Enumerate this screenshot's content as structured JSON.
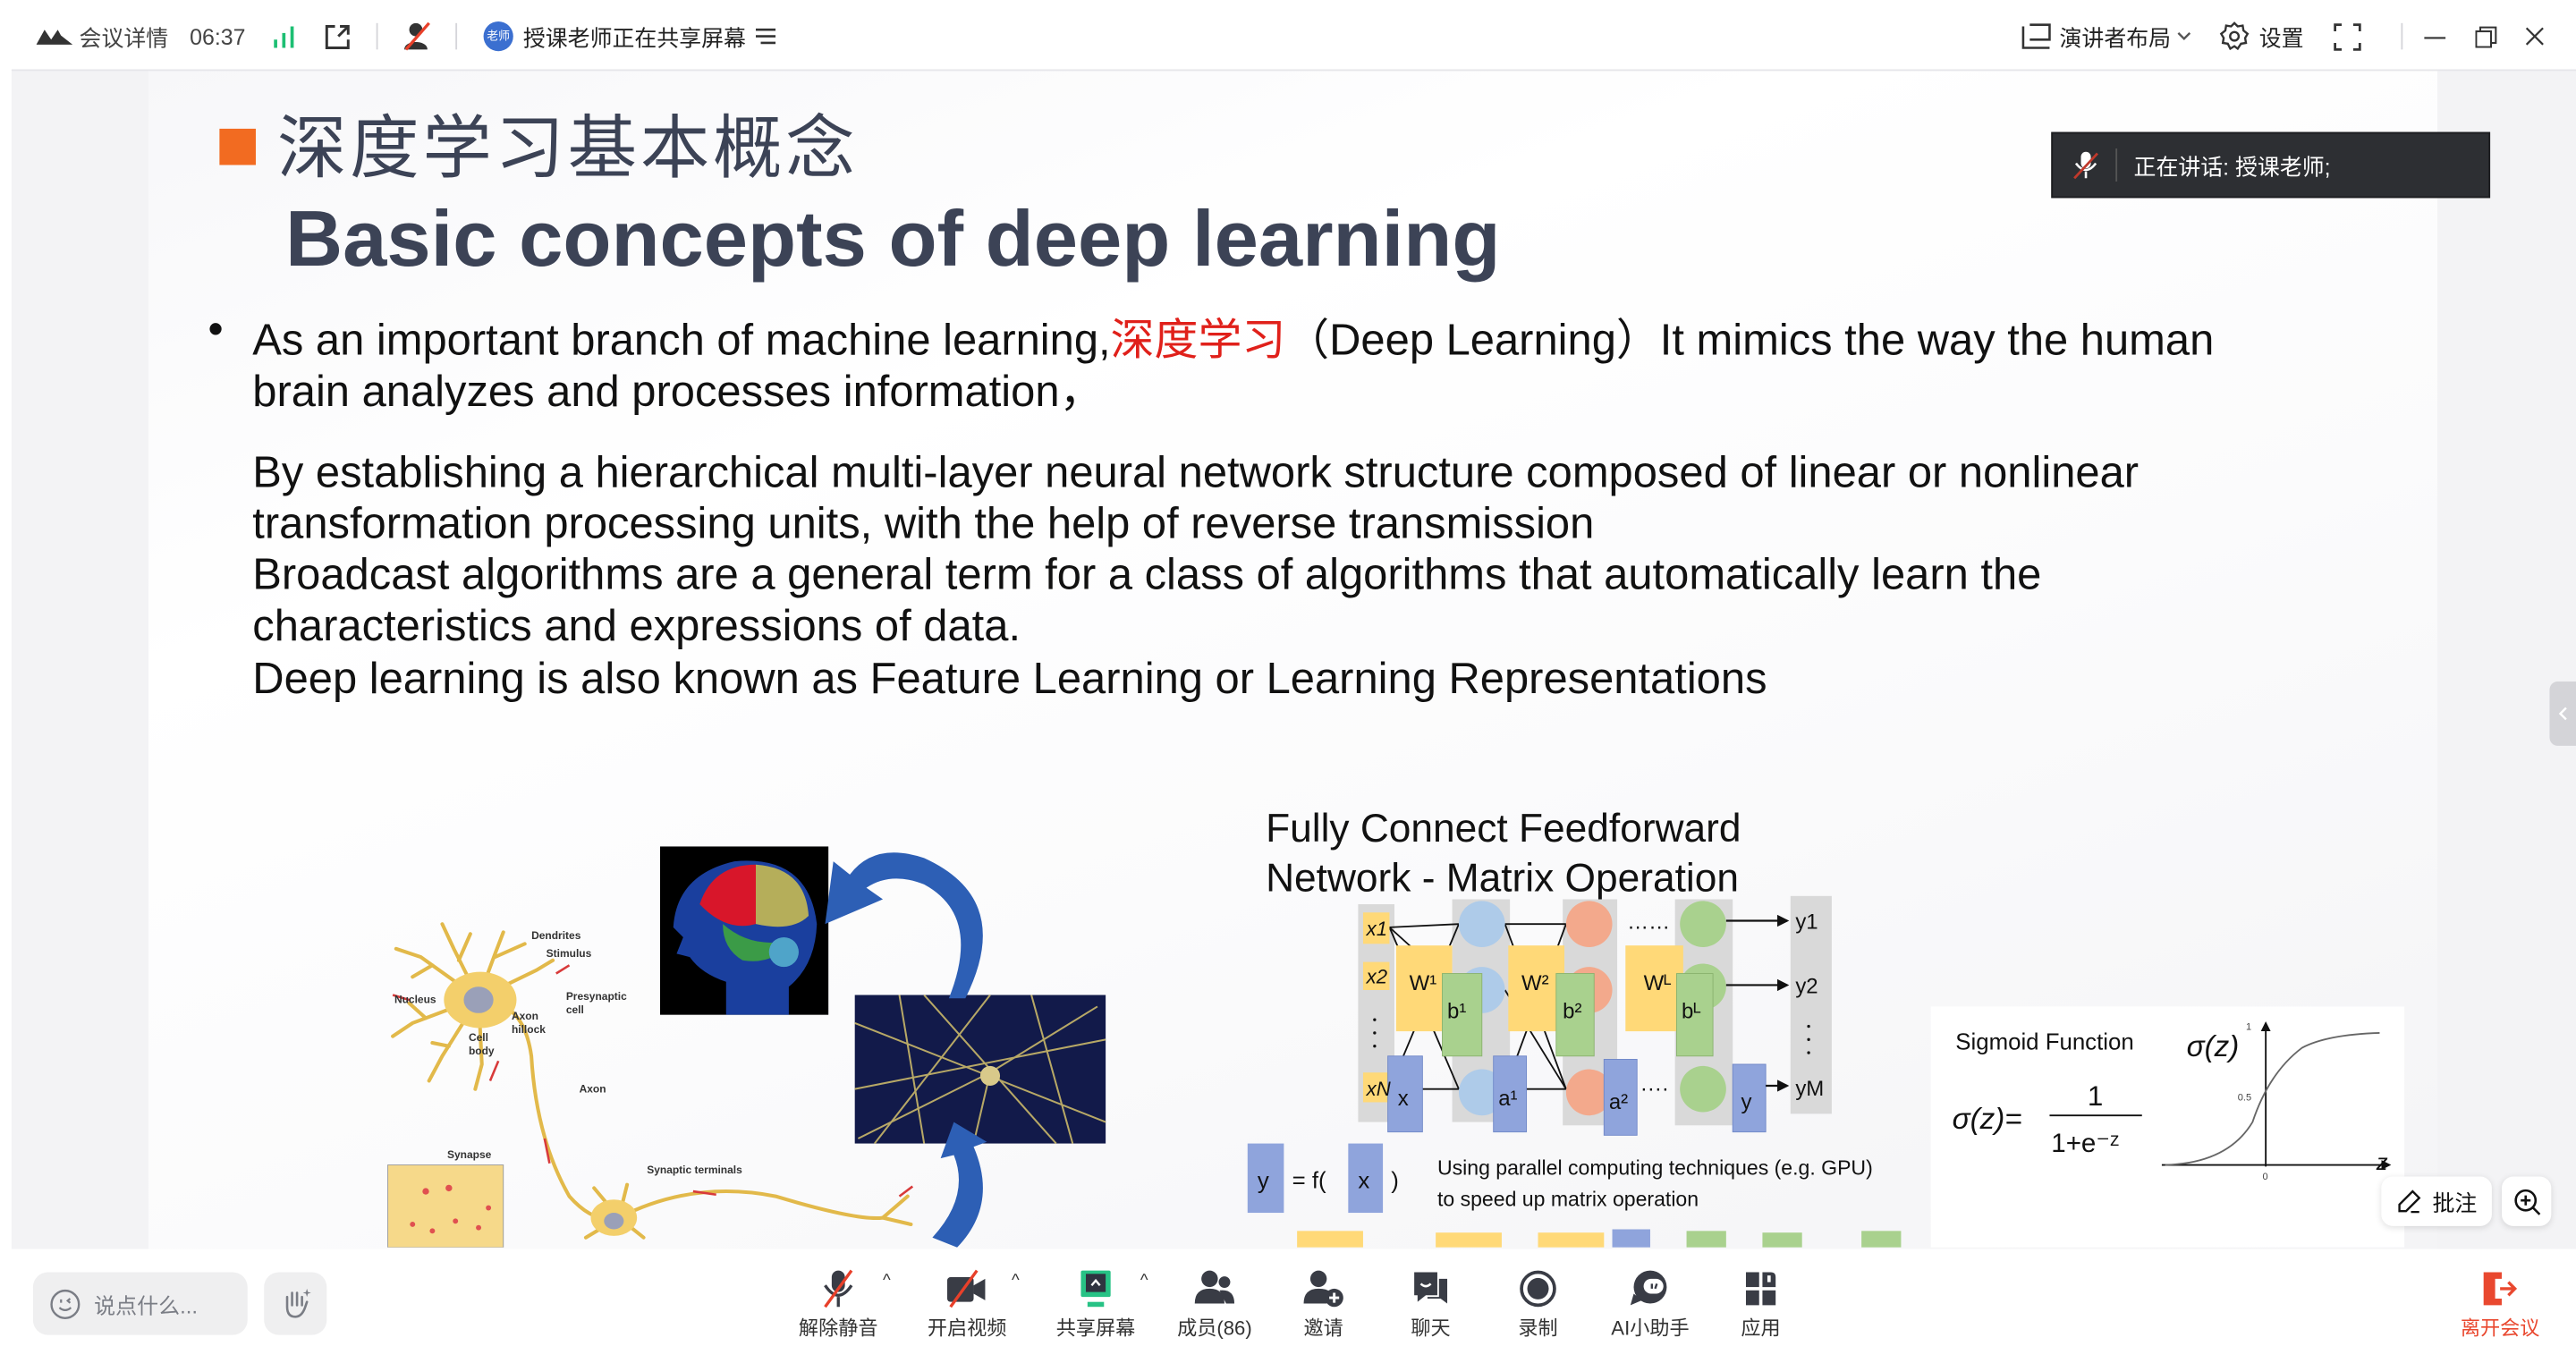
{
  "topbar": {
    "meeting_details": "会议详情",
    "timer": "06:37",
    "avatar_text": "老师",
    "sharing_status": "授课老师正在共享屏幕",
    "layout_label": "演讲者布局",
    "settings_label": "设置"
  },
  "speaking": {
    "label": "正在讲话: 授课老师;"
  },
  "slide": {
    "title_zh": "深度学习基本概念",
    "title_en": "Basic concepts of deep learning",
    "bullet_l1_a": "As an important branch of machine learning,",
    "bullet_l1_red": "深度学习",
    "bullet_l1_b": "（Deep Learning）It mimics the way the human",
    "bullet_l2": "brain analyzes and processes information，",
    "para_l1": "By establishing a hierarchical multi-layer neural network structure composed of linear or nonlinear",
    "para_l2": "transformation processing units, with the help of reverse transmission",
    "para_l3": "Broadcast algorithms are a general term for a class of algorithms that automatically learn the",
    "para_l4": "characteristics and expressions of data.",
    "para_l5": "Deep learning is also known as Feature Learning or Learning Representations",
    "neuron_labels": {
      "dendrites": "Dendrites",
      "stimulus": "Stimulus",
      "nucleus": "Nucleus",
      "presynaptic": "Presynaptic",
      "cell": "cell",
      "axon_hillock_1": "Axon",
      "axon_hillock_2": "hillock",
      "cell_body_1": "Cell",
      "cell_body_2": "body",
      "axon": "Axon",
      "synapse": "Synapse",
      "synaptic_terminals": "Synaptic terminals"
    },
    "network": {
      "title_l1": "Fully Connect Feedforward",
      "title_l2": "Network - Matrix Operation",
      "x1": "x1",
      "x2": "x2",
      "xn": "xN",
      "x": "x",
      "w1": "W¹",
      "b1": "b¹",
      "a1": "a¹",
      "w2": "W²",
      "b2": "b²",
      "a2": "a²",
      "wl": "Wᴸ",
      "bl": "bᴸ",
      "y": "y",
      "dots_top": "……",
      "dots_bottom": "····",
      "y1": "y1",
      "y2": "y2",
      "ym": "yM",
      "formula_y": "y",
      "formula_eq": "= f(",
      "formula_x": "x",
      "formula_close": ")",
      "note_l1": "Using parallel computing techniques (e.g. GPU)",
      "note_l2": "to speed up matrix operation"
    },
    "sigmoid": {
      "title": "Sigmoid Function",
      "graph_label": "σ(z)",
      "formula_lhs": "σ(z)=",
      "formula_num": "1",
      "formula_den": "1+e⁻ᶻ",
      "tick_1": "1",
      "tick_05": "0.5",
      "tick_0": "0",
      "axis_z": "z"
    }
  },
  "float_buttons": {
    "annotate": "批注"
  },
  "bottombar": {
    "chat_placeholder": "说点什么...",
    "tools": [
      {
        "label": "解除静音"
      },
      {
        "label": "开启视频"
      },
      {
        "label": "共享屏幕"
      },
      {
        "label": "成员(86)"
      },
      {
        "label": "邀请"
      },
      {
        "label": "聊天"
      },
      {
        "label": "录制"
      },
      {
        "label": "AI小助手"
      },
      {
        "label": "应用"
      }
    ],
    "leave": "离开会议"
  },
  "colors": {
    "accent_orange": "#f26b21",
    "signal_green": "#1dbf73",
    "share_green": "#27c285",
    "leave_red": "#e9482f",
    "title_slate": "#3c4356"
  }
}
